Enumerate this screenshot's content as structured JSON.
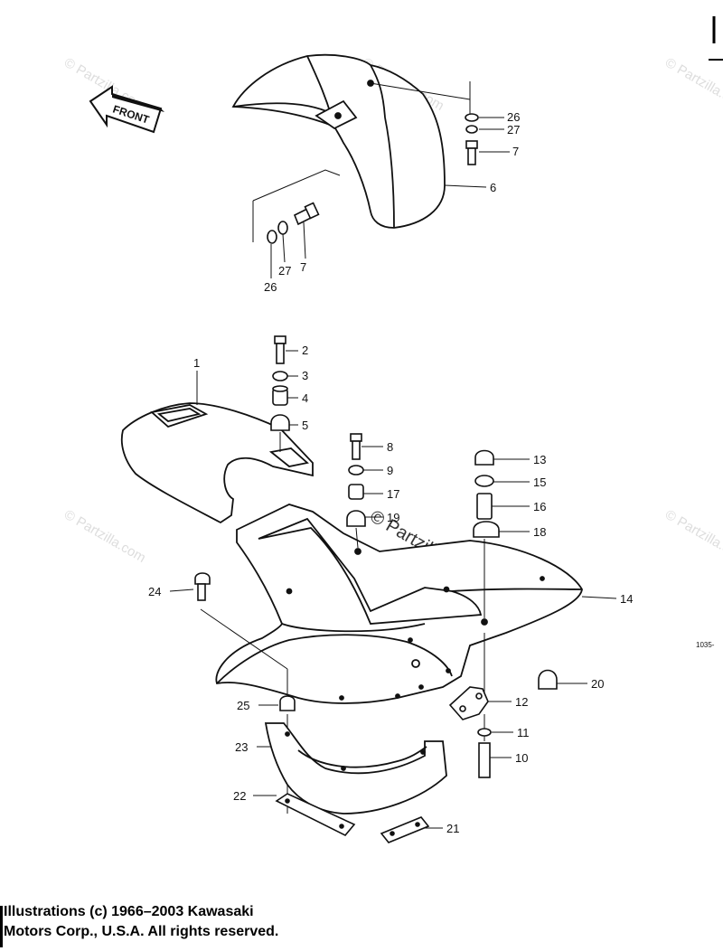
{
  "watermark": "© Partzilla.com",
  "figure_code": "1035-",
  "front_arrow_text": "FRONT",
  "callouts_upper": [
    "26",
    "27",
    "7",
    "6",
    "27",
    "7",
    "26"
  ],
  "callouts_lower": [
    "1",
    "2",
    "3",
    "4",
    "5",
    "8",
    "9",
    "17",
    "19",
    "13",
    "15",
    "16",
    "18",
    "14",
    "24",
    "20",
    "25",
    "12",
    "11",
    "10",
    "23",
    "22",
    "21"
  ],
  "copyright": {
    "line1": "Illustrations (c) 1966–2003 Kawasaki",
    "line2": "Motors Corp., U.S.A.  All rights reserved."
  },
  "colors": {
    "ink": "#111111",
    "watermark": "#dddddd",
    "background": "#ffffff"
  }
}
